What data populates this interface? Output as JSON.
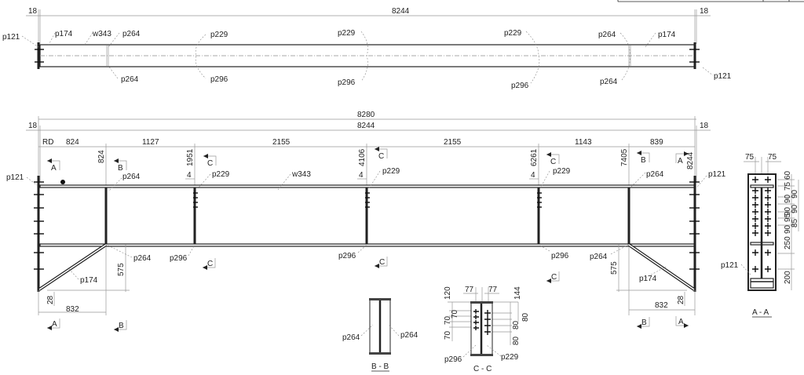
{
  "top_view": {
    "overall": "8244",
    "end_left": "18",
    "end_right": "18",
    "labels": {
      "p121_l": "p121",
      "p174_l": "p174",
      "w343": "w343",
      "p264_tl": "p264",
      "p264_bl": "p264",
      "p229_1": "p229",
      "p296_1": "p296",
      "p229_2": "p229",
      "p296_2": "p296",
      "p229_3": "p229",
      "p296_3": "p296",
      "p264_tr": "p264",
      "p264_br": "p264",
      "p174_r": "p174",
      "p121_r": "p121"
    }
  },
  "elevation": {
    "overall_outer": "8280",
    "overall": "8244",
    "end_left": "18",
    "end_right": "18",
    "segments": [
      "RD",
      "824",
      "1127",
      "2155",
      "2155",
      "1143",
      "839"
    ],
    "ordinates": [
      "824",
      "1951",
      "4106",
      "6261",
      "7405",
      "8244"
    ],
    "offsets": [
      "4",
      "4",
      "4"
    ],
    "labels": {
      "p121_l": "p121",
      "p264_tl": "p264",
      "p229_1": "p229",
      "w343": "w343",
      "p229_2": "p229",
      "p229_3": "p229",
      "p264_tr": "p264",
      "p121_r": "p121",
      "p264_bl": "p264",
      "p296_1": "p296",
      "p296_2": "p296",
      "p296_3": "p296",
      "p264_br": "p264",
      "p174_l": "p174",
      "p174_r": "p174"
    },
    "brace_height_l": "575",
    "brace_height_r": "575",
    "brace_drop_l": "28",
    "brace_drop_r": "28",
    "brace_len_l": "832",
    "brace_len_r": "832",
    "section_marks": {
      "A": "A",
      "B": "B",
      "C": "C"
    }
  },
  "section_aa": {
    "title": "A - A",
    "label": "p121",
    "top_dims": [
      "75",
      "75"
    ],
    "right_dims_inner": [
      "60",
      "75",
      "90",
      "90",
      "95",
      "90",
      "250",
      "200"
    ],
    "right_dims_outer": [
      "90",
      "90",
      "85"
    ]
  },
  "section_bb": {
    "title": "B - B",
    "labels": [
      "p264",
      "p264"
    ]
  },
  "section_cc": {
    "title": "C - C",
    "labels": [
      "p296",
      "p229"
    ],
    "top_dims": [
      "77",
      "77"
    ],
    "left_dims": [
      "120",
      "70",
      "70",
      "70"
    ],
    "right_dims": [
      "144",
      "80",
      "80",
      "80"
    ]
  }
}
